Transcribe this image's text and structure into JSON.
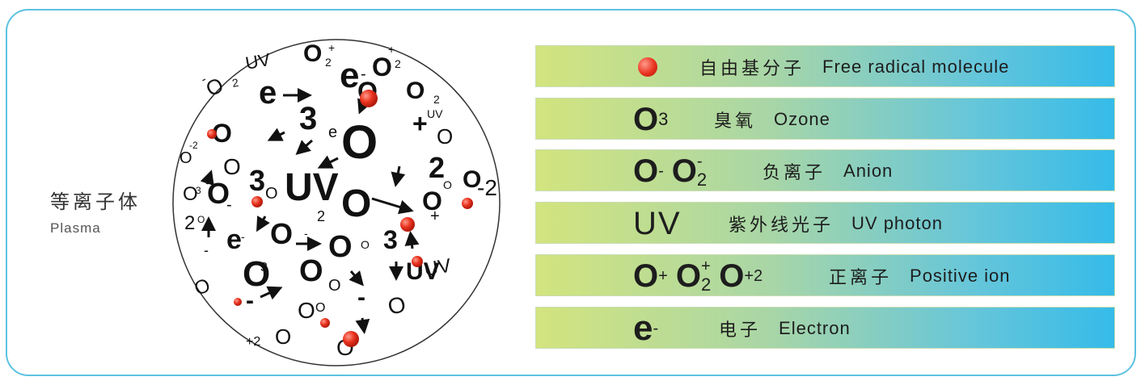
{
  "plasma": {
    "label_zh": "等离子体",
    "label_en": "Plasma"
  },
  "sphere_tokens": [
    "UV",
    "O",
    "2",
    "+",
    "O",
    "+",
    "2",
    "O",
    "2",
    "-",
    "e",
    "e",
    "-",
    "O",
    "O",
    "2",
    "O",
    "3",
    "e",
    "O",
    "+",
    "UV",
    "O",
    "O",
    "3",
    "O",
    "UV",
    "O",
    "2",
    "O",
    "O",
    "-2",
    "O",
    "-2",
    "O",
    "3",
    "O",
    "-",
    "2",
    "O",
    "-",
    "O",
    "O",
    "3",
    "O",
    "+",
    "2",
    "O",
    "-",
    "e",
    "-",
    "O",
    "3",
    "O",
    "O",
    "UV",
    "UV",
    "O",
    "O",
    "-",
    "O",
    "O",
    "-",
    "O",
    "+2",
    "O"
  ],
  "legend": [
    {
      "symbol": "dot",
      "label_zh": "自由基分子",
      "label_en": "Free radical molecule"
    },
    {
      "symbol_main": "O",
      "symbol_sub": "3",
      "label_zh": "臭氧",
      "label_en": "Ozone"
    },
    {
      "s1": "O",
      "s1_sup": "-",
      "s2": "O",
      "s2_sup": "-",
      "s2_sub": "2",
      "label_zh": "负离子",
      "label_en": "Anion"
    },
    {
      "symbol_main": "UV",
      "label_zh": "紫外线光子",
      "label_en": "UV photon"
    },
    {
      "s1": "O",
      "s1_sup": "+",
      "s2": "O",
      "s2_sup": "+",
      "s2_sub": "2",
      "s3": "O",
      "s3_sup": "+2",
      "label_zh": "正离子",
      "label_en": "Positive ion"
    },
    {
      "symbol_main": "e",
      "symbol_sup": "-",
      "label_zh": "电子",
      "label_en": "Electron"
    }
  ],
  "colors": {
    "frame": "#5cc2e0",
    "radical": "#e8321e",
    "gradient_start": "#d3e47e",
    "gradient_end": "#35bbe9"
  }
}
